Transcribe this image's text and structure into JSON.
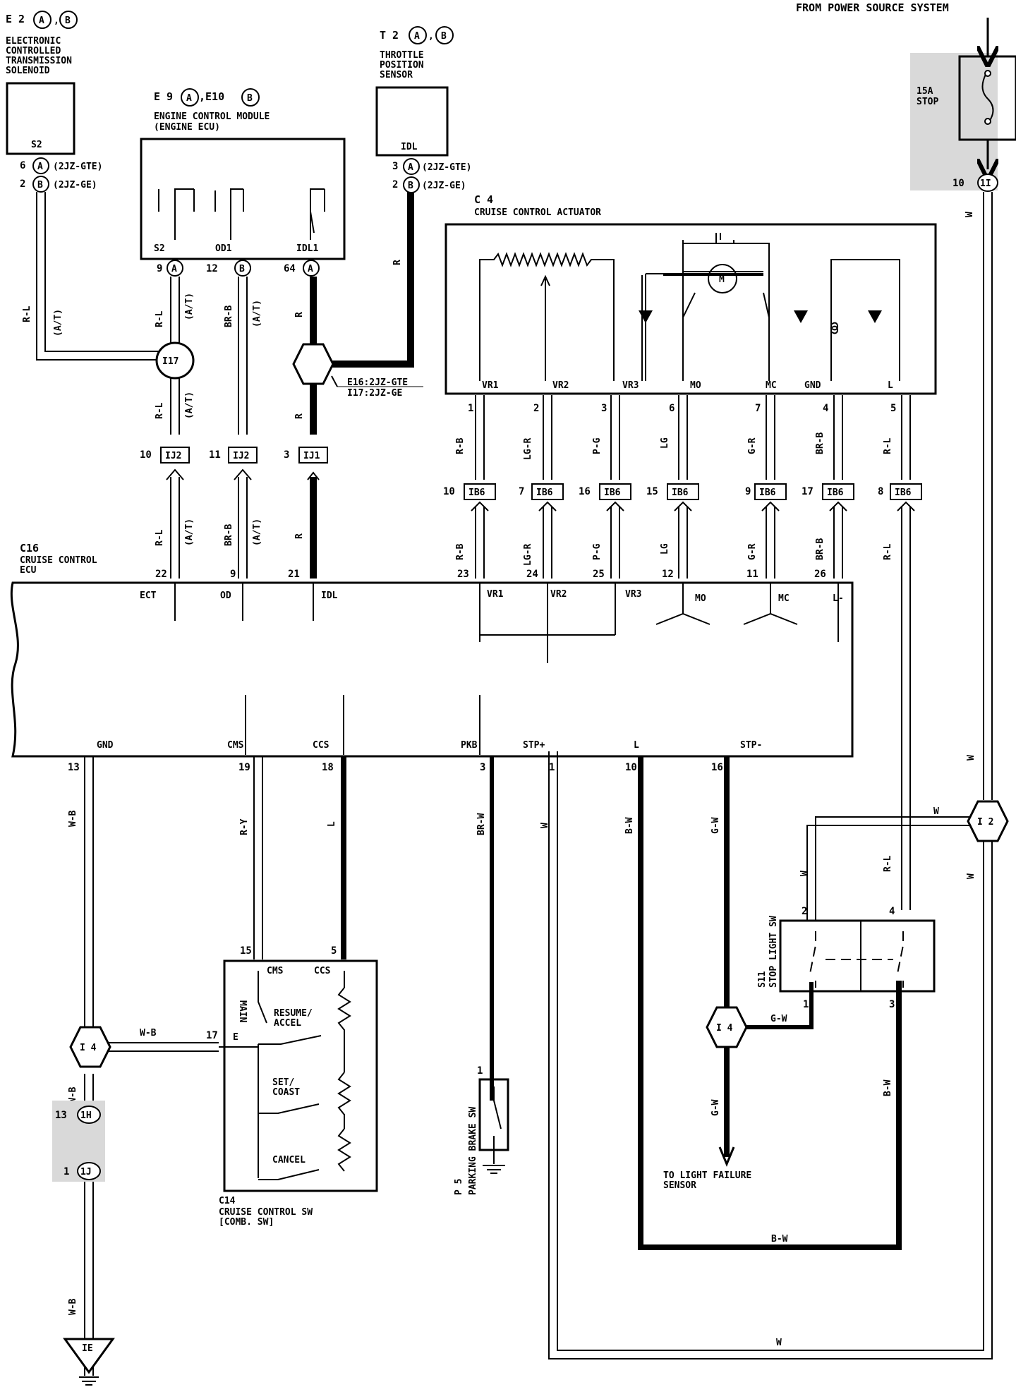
{
  "top_note": "FROM POWER SOURCE SYSTEM",
  "fuse": {
    "rating": "15A",
    "name": "STOP",
    "conn_pin": "10",
    "conn": "1I"
  },
  "e2": {
    "code": "E 2",
    "a": "A",
    "b": "B",
    "sep": ",",
    "l1": "ELECTRONIC",
    "l2": "CONTROLLED",
    "l3": "TRANSMISSION",
    "l4": "SOLENOID",
    "term": "S2",
    "p1": "6",
    "p1c": "A",
    "p1v": "(2JZ-GTE)",
    "p2": "2",
    "p2c": "B",
    "p2v": "(2JZ-GE)"
  },
  "t2": {
    "code": "T 2",
    "a": "A",
    "b": "B",
    "sep": ",",
    "l1": "THROTTLE",
    "l2": "POSITION",
    "l3": "SENSOR",
    "term": "IDL",
    "p1": "3",
    "p1c": "A",
    "p1v": "(2JZ-GTE)",
    "p2": "2",
    "p2c": "B",
    "p2v": "(2JZ-GE)"
  },
  "ecm": {
    "code": "E 9",
    "a": "A",
    "code2": ",E10",
    "b": "B",
    "l1": "ENGINE CONTROL MODULE",
    "l2": "(ENGINE ECU)",
    "t1": "S2",
    "t2": "OD1",
    "t3": "IDL1",
    "p1": "9",
    "p1c": "A",
    "p2": "12",
    "p2c": "B",
    "p3": "64",
    "p3c": "A"
  },
  "c4": {
    "code": "C 4",
    "name": "CRUISE CONTROL ACTUATOR",
    "motor": "M",
    "terms": [
      "VR1",
      "VR2",
      "VR3",
      "MO",
      "MC",
      "GND",
      "L"
    ],
    "pins": [
      "1",
      "2",
      "3",
      "6",
      "7",
      "4",
      "5"
    ]
  },
  "c16": {
    "code": "C16",
    "l1": "CRUISE CONTROL",
    "l2": "ECU",
    "top_pins": [
      "22",
      "9",
      "21",
      "23",
      "24",
      "25",
      "12",
      "11",
      "26"
    ],
    "top_terms": [
      "ECT",
      "OD",
      "IDL",
      "VR1",
      "VR2",
      "VR3",
      "MO",
      "MC",
      "L-"
    ],
    "bot_terms": [
      "GND",
      "CMS",
      "CCS",
      "PKB",
      "STP+",
      "L",
      "STP-"
    ],
    "bot_pins": [
      "13",
      "19",
      "18",
      "3",
      "1",
      "10",
      "16"
    ]
  },
  "ij": {
    "p1": "10",
    "c1": "IJ2",
    "p2": "11",
    "c2": "IJ2",
    "p3": "3",
    "c3": "IJ1"
  },
  "ib": {
    "pins": [
      "10",
      "7",
      "16",
      "15",
      "9",
      "17",
      "8"
    ],
    "conn": "IB6"
  },
  "junctions": {
    "i17": "I17",
    "e16": "E16:2JZ-GTE",
    "e16b": "I17:2JZ-GE",
    "i2": "I 2",
    "i4a": "I 4",
    "i4b": "I 4",
    "ie": "IE"
  },
  "wires": {
    "rl_at": "R-L",
    "at": "(A/T)",
    "brb": "BR-B",
    "r": "R",
    "rb": "R-B",
    "lgr": "LG-R",
    "pg": "P-G",
    "lg": "LG",
    "gr": "G-R",
    "l": "R-L",
    "w": "W",
    "wb": "W-B",
    "ry": "R-Y",
    "lw": "L",
    "brw": "BR-W",
    "bw": "B-W",
    "gw": "G-W"
  },
  "c14": {
    "code": "C14",
    "l1": "CRUISE CONTROL SW",
    "l2": "[COMB. SW]",
    "t1": "CMS",
    "t2": "CCS",
    "main": "MAIN",
    "p15": "15",
    "p5": "5",
    "p17": "17",
    "e": "E",
    "s1": "RESUME/",
    "s1b": "ACCEL",
    "s2": "SET/",
    "s2b": "COAST",
    "s3": "CANCEL"
  },
  "p5": {
    "code": "P 5",
    "name": "PARKING BRAKE SW",
    "pin": "1"
  },
  "s11": {
    "code": "S11",
    "name": "STOP LIGHT SW",
    "p2": "2",
    "p4": "4",
    "p1": "1",
    "p3": "3"
  },
  "jconn": {
    "p13": "13",
    "c1": "1H",
    "c2": "1J",
    "p1": "1"
  },
  "failure": {
    "l1": "TO LIGHT FAILURE",
    "l2": "SENSOR"
  }
}
